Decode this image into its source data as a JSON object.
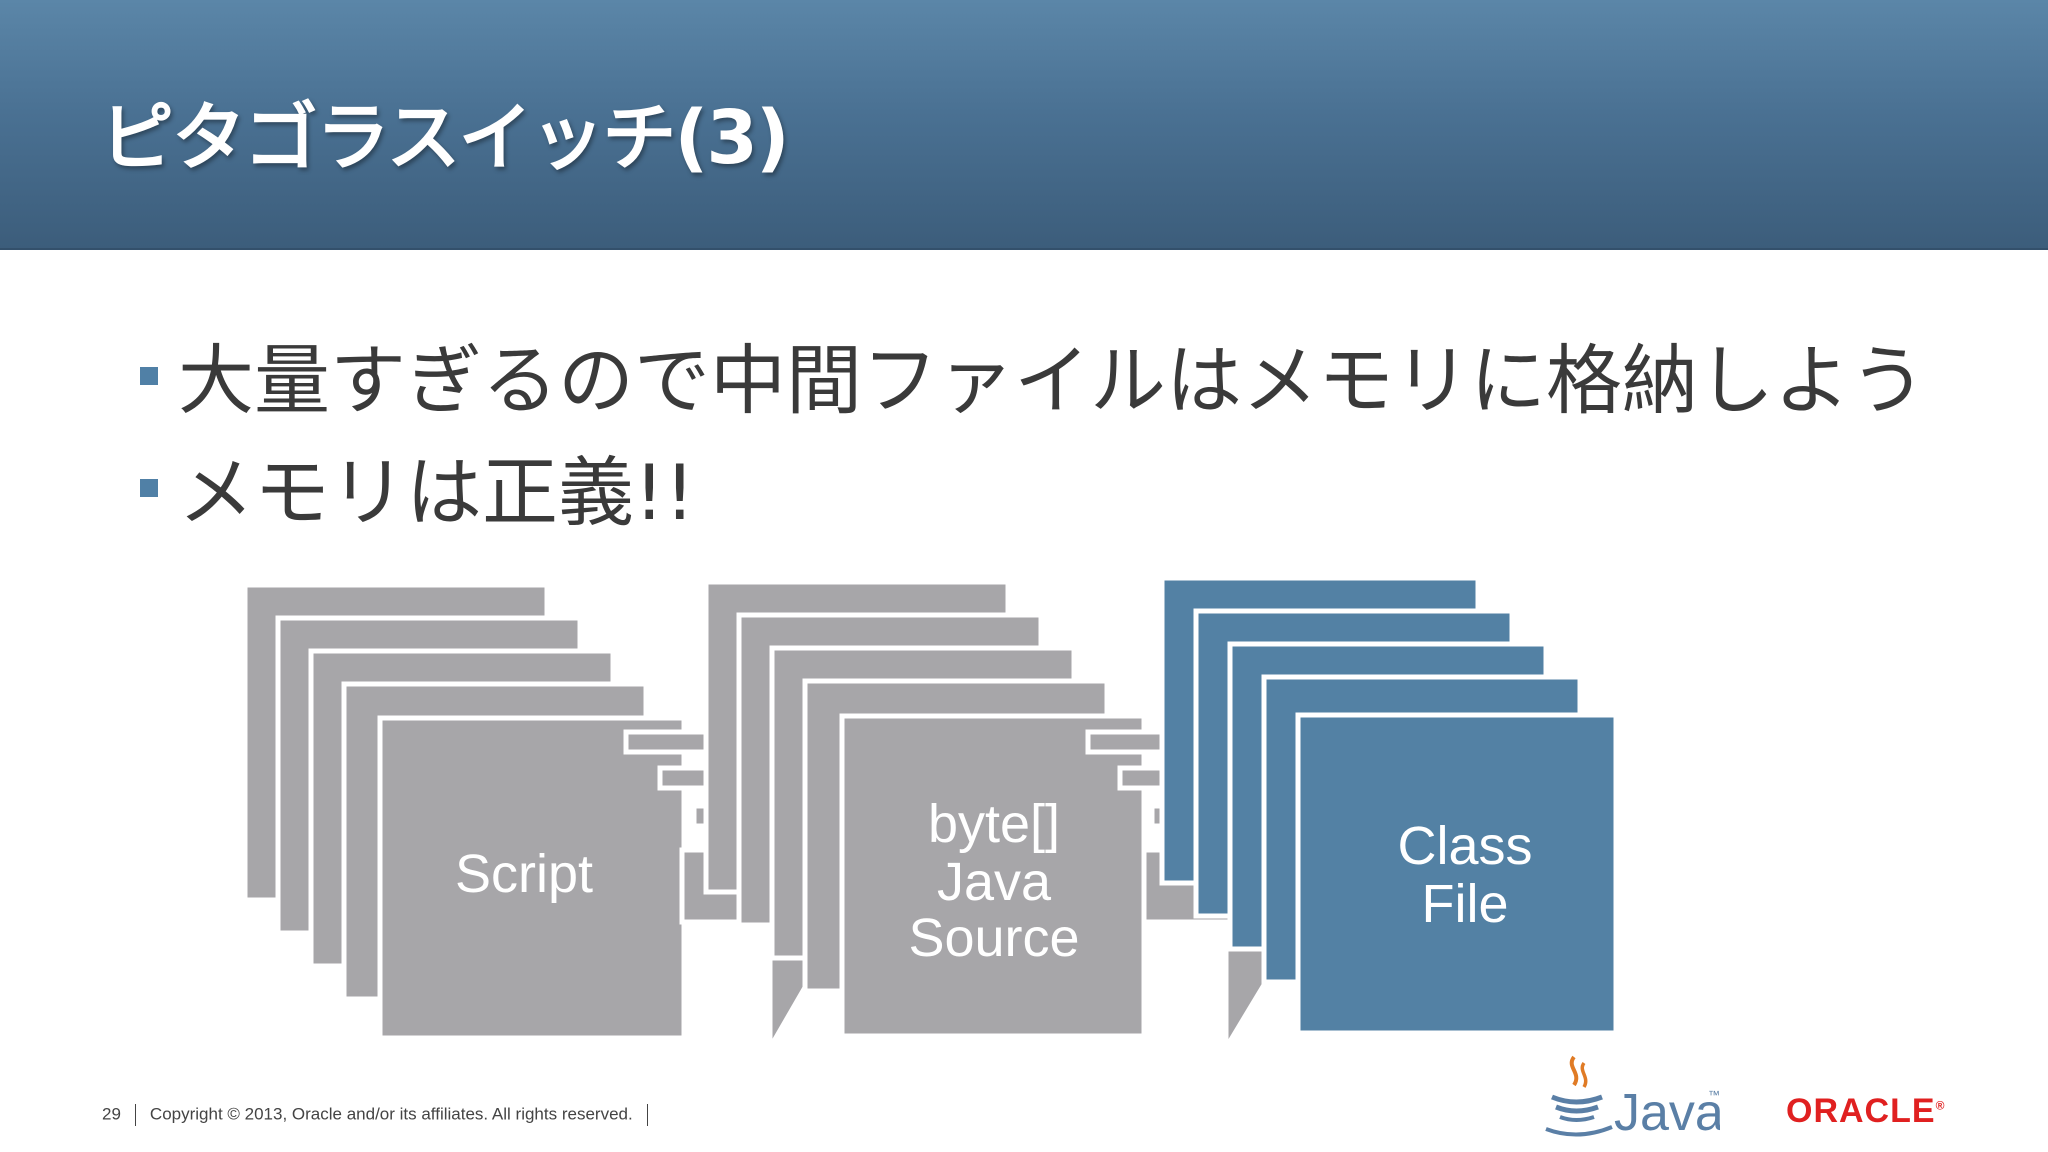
{
  "slide": {
    "title": "ピタゴラスイッチ(3)",
    "bullets": [
      "大量すぎるので中間ファイルはメモリに格納しよう",
      "メモリは正義!!"
    ]
  },
  "diagram": {
    "script_label": "Script",
    "source_label_lines": [
      "byte[]",
      "Java",
      "Source"
    ],
    "class_label_lines": [
      "Class",
      "File"
    ],
    "colors": {
      "gray": "#a7a6a9",
      "blue": "#5381a4"
    }
  },
  "footer": {
    "page_number": "29",
    "copyright": "Copyright © 2013, Oracle and/or its affiliates. All rights reserved."
  },
  "logos": {
    "java": "Java",
    "java_tm": "™",
    "oracle": "ORACLE",
    "oracle_reg": "®"
  }
}
